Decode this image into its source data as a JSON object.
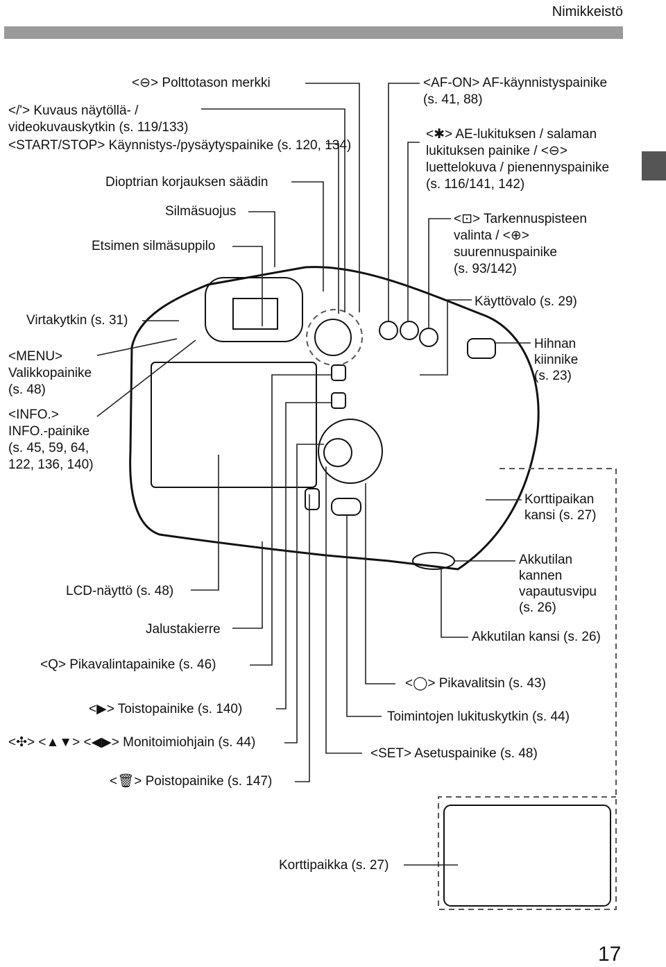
{
  "header": {
    "title": "Nimikkeistö"
  },
  "page_number": "17",
  "labels": {
    "focal_plane": "<⊖> Polttotason merkki",
    "shooting_switch_1": "</'> Kuvaus näytöllä- /",
    "shooting_switch_2": "videokuvauskytkin (s. 119/133)",
    "start_stop": "<START/STOP> Käynnistys-/pysäytyspainike (s. 120, 134)",
    "dioptric": "Dioptrian korjauksen säädin",
    "eyecup": "Silmäsuojus",
    "eyepiece": "Etsimen silmäsuppilo",
    "power": "Virtakytkin (s. 31)",
    "menu_1": "<MENU>",
    "menu_2": "Valikkopainike",
    "menu_3": "(s. 48)",
    "info_1": "<INFO.>",
    "info_2": "INFO.-painike",
    "info_3": "(s. 45, 59, 64,",
    "info_4": "122, 136, 140)",
    "af_on_1": "<AF-ON> AF-käynnistyspainike",
    "af_on_2": "(s. 41, 88)",
    "ae_lock_1": "<✱> AE-lukituksen / salaman",
    "ae_lock_2": "lukituksen painike / <⊖>",
    "ae_lock_3": "luettelokuva / pienennyspainike",
    "ae_lock_4": "(s. 116/141, 142)",
    "af_point_1": "<⊡> Tarkennuspisteen",
    "af_point_2": "valinta / <⊕>",
    "af_point_3": "suurennuspainike",
    "af_point_4": "(s. 93/142)",
    "access_lamp": "Käyttövalo (s. 29)",
    "strap_1": "Hihnan",
    "strap_2": "kiinnike",
    "strap_3": "(s. 23)",
    "card_cover_1": "Korttipaikan",
    "card_cover_2": "kansi (s. 27)",
    "battery_lever_1": "Akkutilan",
    "battery_lever_2": "kannen",
    "battery_lever_3": "vapautusvipu",
    "battery_lever_4": "(s. 26)",
    "battery_cover": "Akkutilan kansi (s. 26)",
    "lcd": "LCD-näyttö (s. 48)",
    "tripod": "Jalustakierre",
    "q_button": "<Q> Pikavalintapainike (s. 46)",
    "play_button": "<▶> Toistopainike (s. 140)",
    "multi_controller": "<✣> <▲▼> <◀▶> Monitoimiohjain (s. 44)",
    "erase_button": "<🗑> Poistopainike (s. 147)",
    "quick_dial": "<◯> Pikavalitsin (s. 43)",
    "lock_switch": "Toimintojen lukituskytkin (s. 44)",
    "set_button": "<SET> Asetuspainike (s. 48)",
    "card_slot": "Korttipaikka (s. 27)"
  }
}
